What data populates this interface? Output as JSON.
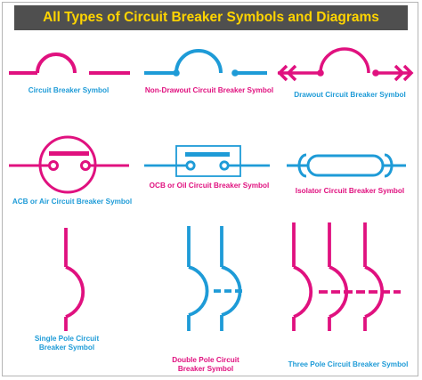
{
  "title": "All Types of Circuit Breaker Symbols and Diagrams",
  "colors": {
    "pink": "#e0117f",
    "blue": "#1e9bd7",
    "title_bg": "#4f4f4f",
    "title_text": "#ffd400"
  },
  "labels": {
    "cb": "Circuit Breaker Symbol",
    "non_drawout": "Non-Drawout Circuit Breaker Symbol",
    "drawout": "Drawout Circuit Breaker Symbol",
    "acb": "ACB or Air Circuit Breaker Symbol",
    "ocb": "OCB or Oil Circuit Breaker Symbol",
    "isolator": "Isolator Circuit Breaker Symbol",
    "single_pole_1": "Single Pole Circuit",
    "single_pole_2": "Breaker Symbol",
    "double_pole_1": "Double Pole Circuit",
    "double_pole_2": "Breaker Symbol",
    "three_pole": "Three Pole Circuit Breaker Symbol"
  }
}
